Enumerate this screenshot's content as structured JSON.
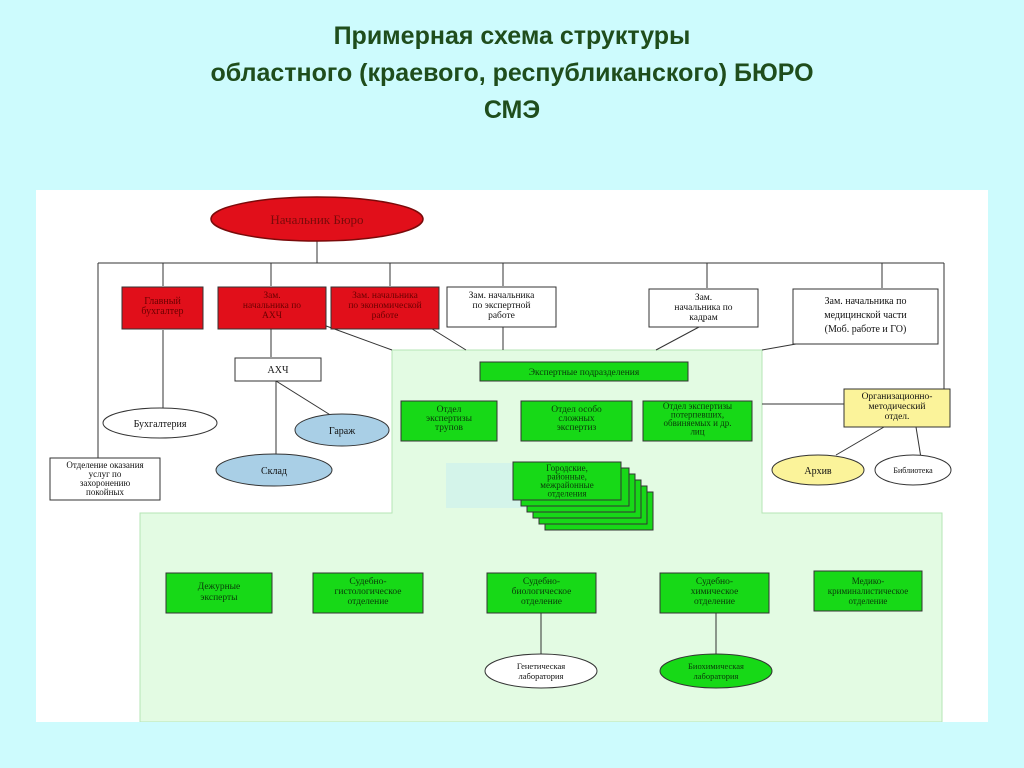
{
  "title": {
    "line1": "Примерная схема структуры",
    "line2": "областного (краевого, республиканского) БЮРО",
    "line3": "СМЭ"
  },
  "colors": {
    "slide_background": "#cdfbfd",
    "title": "#1f4d1c",
    "red_box": "#e10f1a",
    "green_box": "#17d917",
    "light_green_area": "#e3fbe3",
    "yellow_box": "#fbf39a",
    "blue_ellipse": "#a9cfe6"
  },
  "diagram": {
    "head": "Начальник Бюро",
    "chief_accountant": [
      "Главный",
      "бухгалтер"
    ],
    "deputy_ahch": [
      "Зам.",
      "начальника по",
      "АХЧ"
    ],
    "deputy_economic": [
      "Зам. начальника",
      "по экономической",
      "работе"
    ],
    "deputy_expert": [
      "Зам. начальника",
      "по экспертной",
      "работе"
    ],
    "deputy_personnel": [
      "Зам.",
      "начальника по",
      "кадрам"
    ],
    "deputy_medical": [
      "Зам. начальника по",
      "медицинской части",
      "(Моб. работе и ГО)"
    ],
    "ahch": "АХЧ",
    "accounting": "Бухгалтерия",
    "garage": "Гараж",
    "warehouse": "Склад",
    "burial_services": [
      "Отделение оказания",
      "услуг по",
      "захоронению",
      "покойных"
    ],
    "expert_units": "Экспертные подразделения",
    "group_exams": [
      "Отдел",
      "экспертизы",
      "трупов"
    ],
    "complex_exams": [
      "Отдел особо",
      "сложных",
      "экспертиз"
    ],
    "victims_exams": [
      "Отдел экспертизы",
      "потерпевших,",
      "обвиняемых и др.",
      "лиц"
    ],
    "city_units": [
      "Городские,",
      "районные,",
      "межрайонные",
      "отделения"
    ],
    "method_dept": [
      "Организационно-",
      "методический",
      "отдел."
    ],
    "archive": "Архив",
    "library": "Библиотека",
    "duty_experts": [
      "Дежурные",
      "эксперты"
    ],
    "histology": [
      "Судебно-",
      "гистологическое",
      "отделение"
    ],
    "biology": [
      "Судебно-",
      "биологическое",
      "отделение"
    ],
    "chemistry": [
      "Судебно-",
      "химическое",
      "отделение"
    ],
    "criminalistics": [
      "Медико-",
      "криминалистическое",
      "отделение"
    ],
    "genetic_lab": [
      "Генетическая",
      "лаборатория"
    ],
    "biochem_lab": [
      "Биохимическая",
      "лаборатория"
    ]
  }
}
